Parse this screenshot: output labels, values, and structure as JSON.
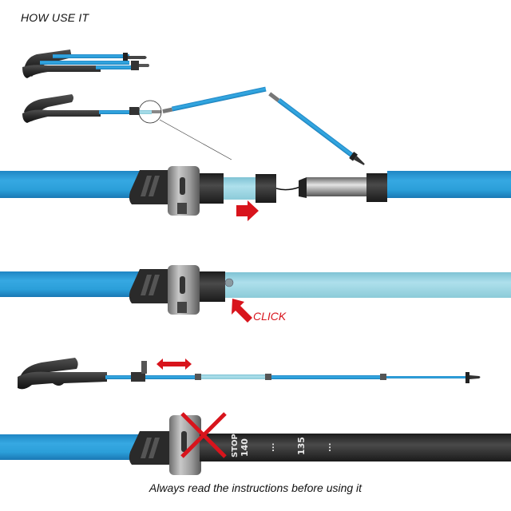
{
  "title": "HOW USE IT",
  "caption": "Always read the instructions before using it",
  "steps": [
    {
      "name": "folded-pole",
      "description": "Folded trekking pole"
    },
    {
      "name": "unfolding-pole",
      "description": "Pole being unfolded with detail circle on lock"
    },
    {
      "name": "pull-step",
      "arrow": "right",
      "description": "Pull the lower section out"
    },
    {
      "name": "click-step",
      "label": "CLICK",
      "arrow": "up-left",
      "description": "Section clicks into the lock"
    },
    {
      "name": "adjust-step",
      "arrow": "left-right",
      "description": "Adjust length with lever lock"
    },
    {
      "name": "stop-warning",
      "mark": "X",
      "description": "Do not extend beyond STOP mark"
    }
  ],
  "click_label": "CLICK",
  "scale": {
    "stop_label": "STOP",
    "marks": [
      "140",
      "135"
    ],
    "separator": "..."
  },
  "colors": {
    "pole_blue": "#2b9fd9",
    "pole_light_blue": "#9fd6e3",
    "grip_black": "#2a2a2a",
    "ring_silver": "#9a9a9a",
    "arrow_red": "#d8141c",
    "pole_dark": "#3a3a3a"
  }
}
